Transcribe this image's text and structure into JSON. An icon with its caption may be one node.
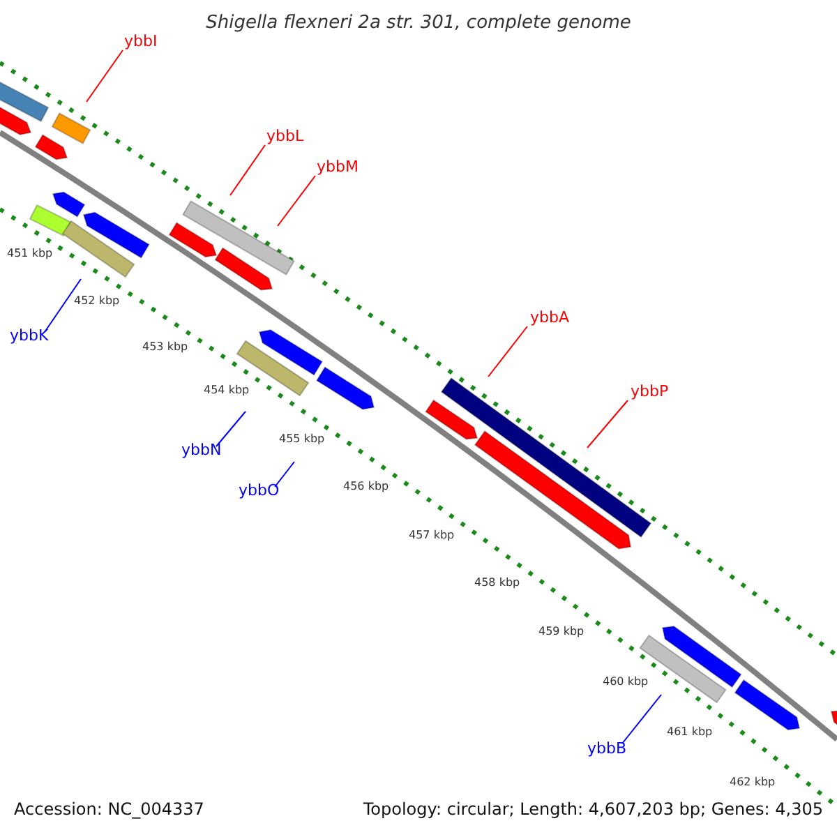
{
  "diagram": {
    "title": "Shigella flexneri 2a str. 301, complete genome",
    "nodes": [
      {
        "text": [
          "ybbI"
        ]
      },
      {
        "text": [
          "ybbL"
        ]
      },
      {
        "text": [
          "ybbM"
        ]
      },
      {
        "text": [
          "ybbA"
        ]
      },
      {
        "text": [
          "ybbP"
        ]
      },
      {
        "text": [
          "ybbK"
        ]
      },
      {
        "text": [
          "ybbN"
        ]
      },
      {
        "text": [
          "ybbO"
        ]
      },
      {
        "text": [
          "ybbB"
        ]
      }
    ],
    "edges": [
      {
        "from": 0,
        "to": null,
        "arrow": "none"
      },
      {
        "from": 1,
        "to": null,
        "arrow": "none"
      },
      {
        "from": 2,
        "to": null,
        "arrow": "none"
      },
      {
        "from": 3,
        "to": null,
        "arrow": "none"
      },
      {
        "from": 4,
        "to": null,
        "arrow": "none"
      },
      {
        "from": 5,
        "to": null,
        "arrow": "none",
        "color": "#0000ff"
      },
      {
        "from": 6,
        "to": null,
        "arrow": "none",
        "color": "#0000ff"
      },
      {
        "from": 7,
        "to": null,
        "arrow": "none",
        "color": "#0000ff"
      },
      {
        "from": 8,
        "to": null,
        "arrow": "none",
        "color": "#0000ff"
      }
    ],
    "labels": [
      "451 kbp",
      "452 kbp",
      "453 kbp",
      "454 kbp",
      "455 kbp",
      "456 kbp",
      "457 kbp",
      "458 kbp",
      "459 kbp",
      "460 kbp",
      "461 kbp",
      "462 kbp",
      "Accession: NC_004337",
      "Topology: circular; Length: 4,607,203 bp; Genes: 4,305"
    ]
  }
}
